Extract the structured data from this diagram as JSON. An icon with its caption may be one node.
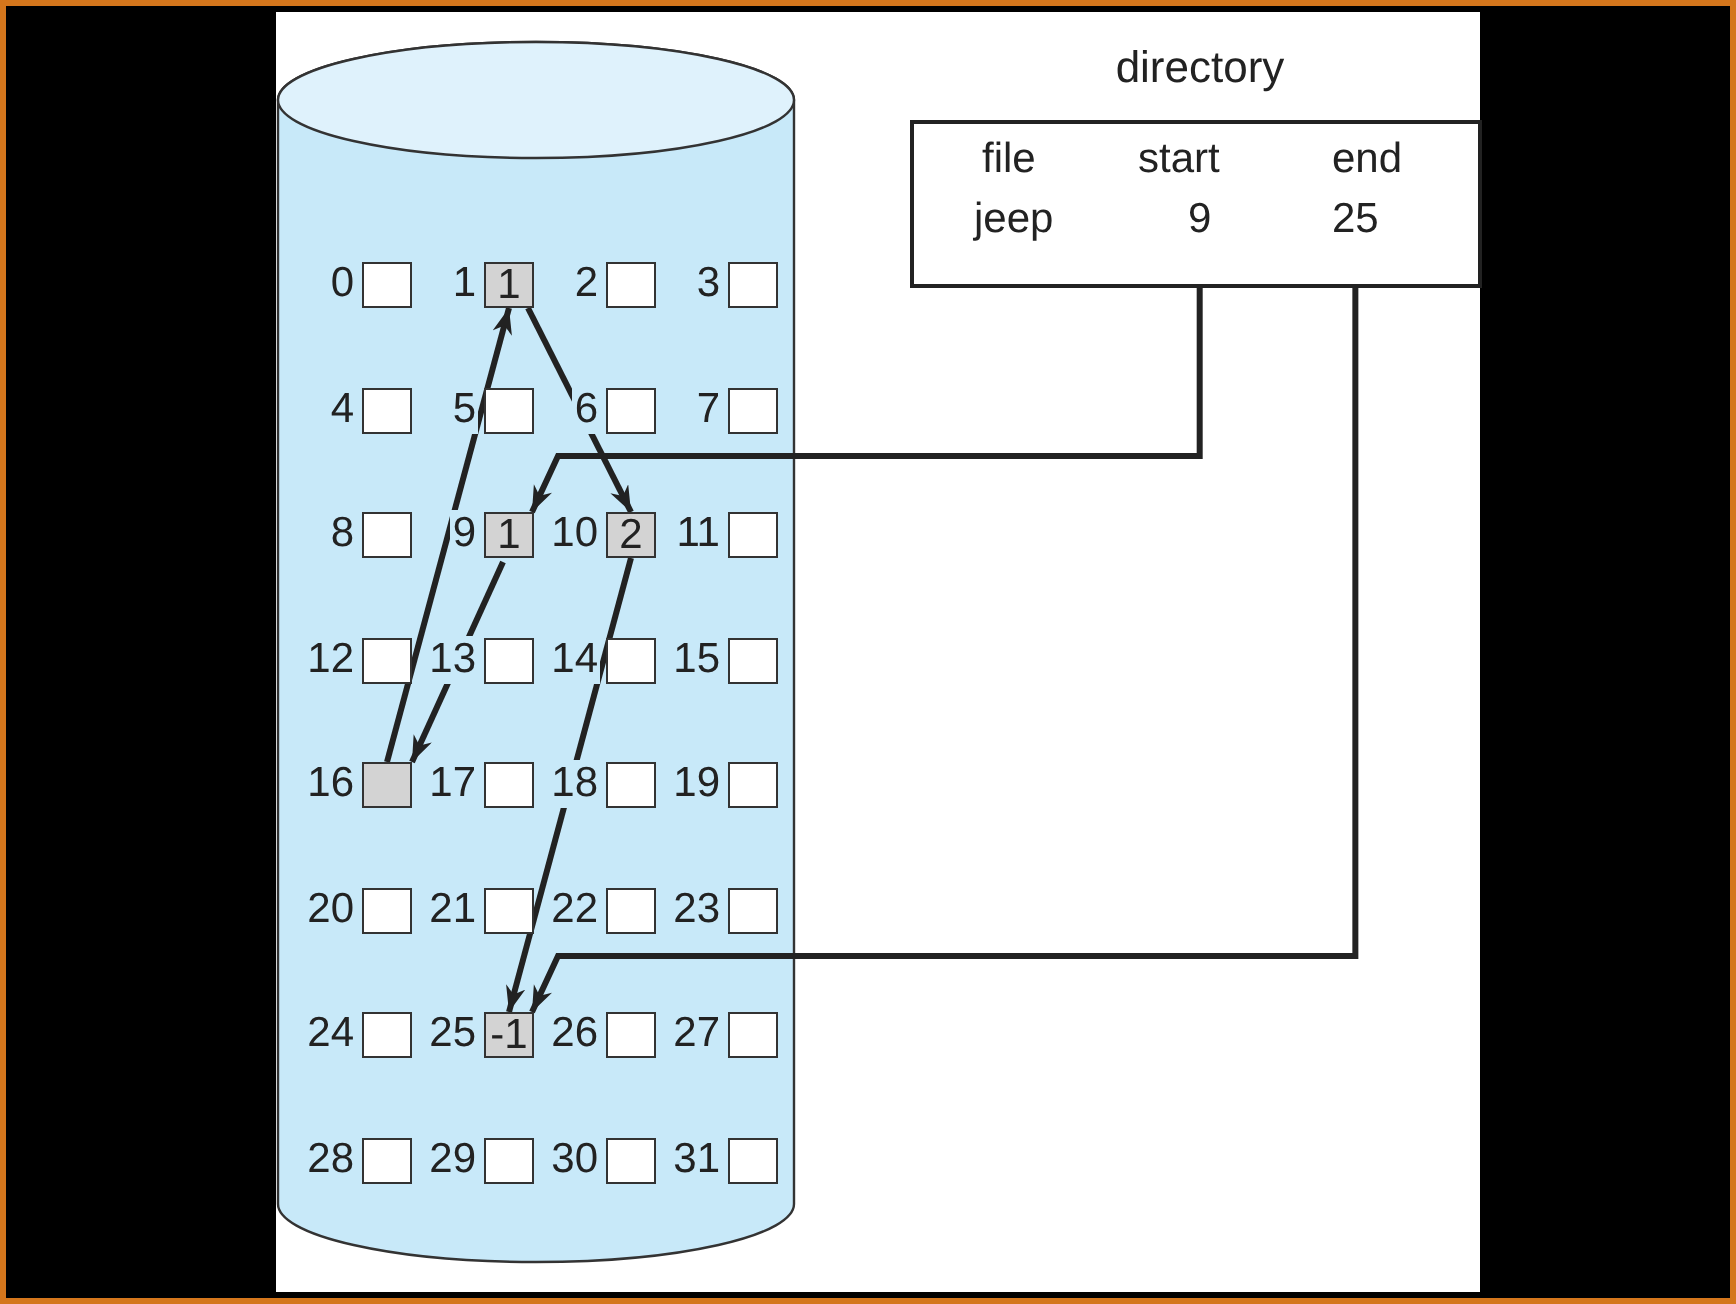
{
  "diagram": {
    "nodes": [
      {
        "text": [],
        "shape": "cylinder"
      },
      {
        "text": [],
        "shape": "box",
        "in": 0,
        "beside": [
          "0"
        ]
      },
      {
        "text": [
          "1"
        ],
        "in": 0,
        "beside": [
          "1"
        ]
      },
      {
        "text": [],
        "shape": "box",
        "in": 0,
        "beside": [
          "2"
        ]
      },
      {
        "text": [],
        "shape": "box",
        "in": 0,
        "beside": [
          "3"
        ]
      },
      {
        "text": [],
        "shape": "box",
        "in": 0,
        "beside": [
          "4"
        ]
      },
      {
        "text": [],
        "shape": "box",
        "in": 0,
        "beside": [
          "5"
        ]
      },
      {
        "text": [],
        "shape": "box",
        "in": 0,
        "beside": [
          "6"
        ]
      },
      {
        "text": [],
        "shape": "box",
        "in": 0,
        "beside": [
          "7"
        ]
      },
      {
        "text": [],
        "shape": "box",
        "in": 0,
        "beside": [
          "8"
        ]
      },
      {
        "text": [
          "1"
        ],
        "in": 0,
        "beside": [
          "9"
        ]
      },
      {
        "text": [
          "2"
        ],
        "in": 0,
        "beside": [
          "10"
        ]
      },
      {
        "text": [],
        "shape": "box",
        "in": 0,
        "beside": [
          "11"
        ]
      },
      {
        "text": [],
        "shape": "box",
        "in": 0,
        "beside": [
          "12"
        ]
      },
      {
        "text": [],
        "shape": "box",
        "in": 0,
        "beside": [
          "13"
        ]
      },
      {
        "text": [],
        "shape": "box",
        "in": 0,
        "beside": [
          "14"
        ]
      },
      {
        "text": [],
        "shape": "box",
        "in": 0,
        "beside": [
          "15"
        ]
      },
      {
        "text": [],
        "shape": "box",
        "in": 0,
        "beside": [
          "16"
        ]
      },
      {
        "text": [],
        "shape": "box",
        "in": 0,
        "beside": [
          "17"
        ]
      },
      {
        "text": [],
        "shape": "box",
        "in": 0,
        "beside": [
          "18"
        ]
      },
      {
        "text": [],
        "shape": "box",
        "in": 0,
        "beside": [
          "19"
        ]
      },
      {
        "text": [],
        "shape": "box",
        "in": 0,
        "beside": [
          "20"
        ]
      },
      {
        "text": [],
        "shape": "box",
        "in": 0,
        "beside": [
          "21"
        ]
      },
      {
        "text": [],
        "shape": "box",
        "in": 0,
        "beside": [
          "22"
        ]
      },
      {
        "text": [],
        "shape": "box",
        "in": 0,
        "beside": [
          "23"
        ]
      },
      {
        "text": [],
        "shape": "box",
        "in": 0,
        "beside": [
          "24"
        ]
      },
      {
        "text": [
          "-1"
        ],
        "in": 0,
        "beside": [
          "25"
        ]
      },
      {
        "text": [],
        "shape": "box",
        "in": 0,
        "beside": [
          "26"
        ]
      },
      {
        "text": [],
        "shape": "box",
        "in": 0,
        "beside": [
          "27"
        ]
      },
      {
        "text": [],
        "shape": "box",
        "in": 0,
        "beside": [
          "28"
        ]
      },
      {
        "text": [],
        "shape": "box",
        "in": 0,
        "beside": [
          "29"
        ]
      },
      {
        "text": [],
        "shape": "box",
        "in": 0,
        "beside": [
          "30"
        ]
      },
      {
        "text": [],
        "shape": "box",
        "in": 0,
        "beside": [
          "31"
        ]
      },
      {
        "text": [
          "directory"
        ]
      },
      {
        "text": [
          "file"
        ],
        "in": 33
      },
      {
        "text": [
          "start"
        ],
        "in": 33
      },
      {
        "text": [
          "end"
        ],
        "in": 33
      },
      {
        "text": [
          "jeep"
        ],
        "in": 33
      },
      {
        "text": [
          "9"
        ],
        "in": 33
      },
      {
        "text": [
          "25"
        ],
        "in": 33
      }
    ],
    "edges": [
      {
        "from": 38,
        "to": 10,
        "arrow": "to"
      },
      {
        "from": 10,
        "to": 17,
        "arrow": "to"
      },
      {
        "from": 17,
        "to": 2,
        "arrow": "to"
      },
      {
        "from": 2,
        "to": 11,
        "arrow": "to"
      },
      {
        "from": 11,
        "to": 26,
        "arrow": "to"
      },
      {
        "from": 39,
        "to": 26,
        "arrow": "to"
      }
    ]
  }
}
